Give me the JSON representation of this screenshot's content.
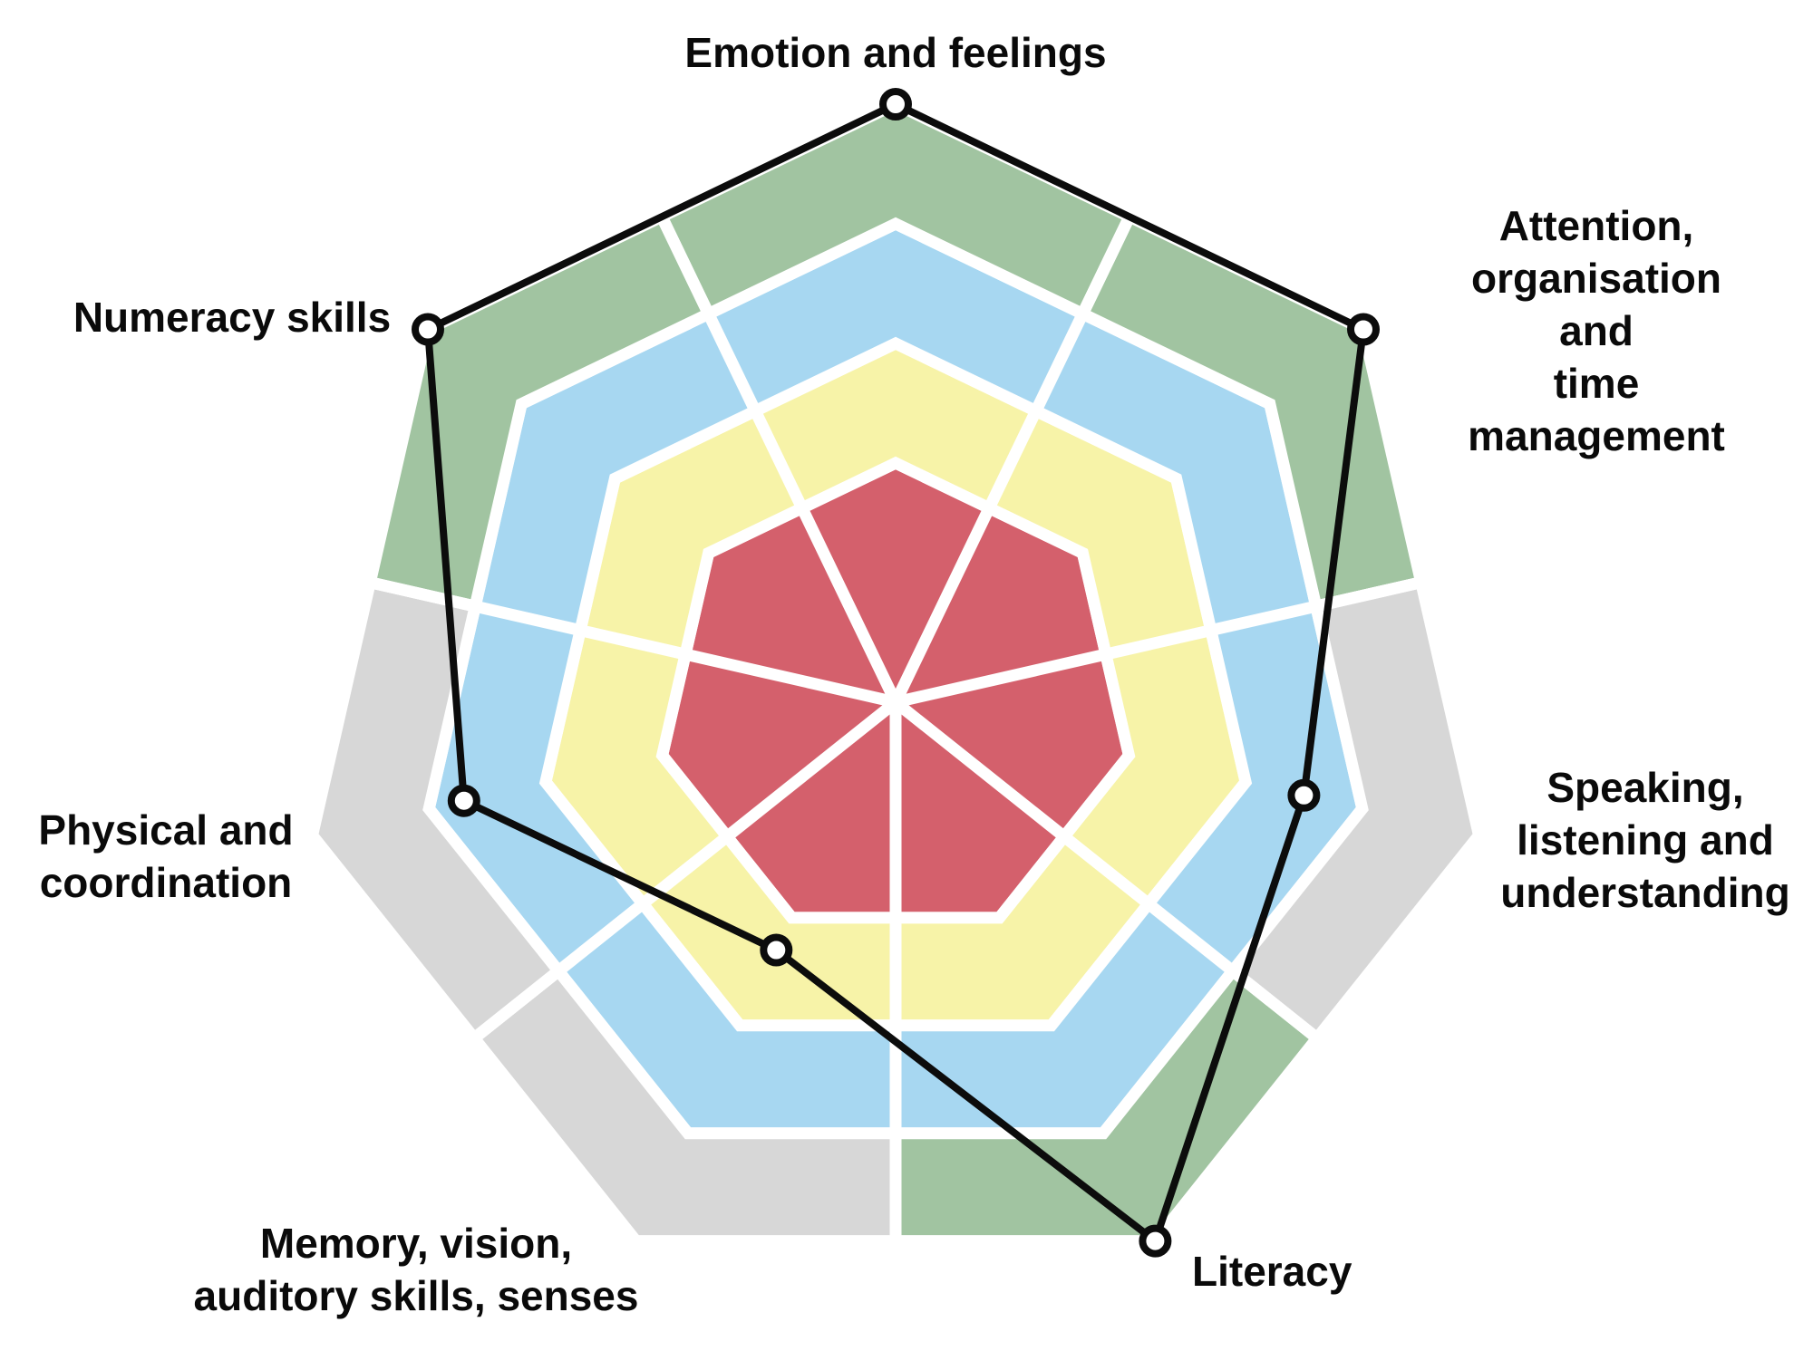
{
  "page": {
    "background": "#ffffff"
  },
  "labels": {
    "emotion": "Emotion and feelings",
    "attention": "Attention,\norganisation and\ntime management",
    "speaking": "Speaking,\nlistening and\nunderstanding",
    "literacy": "Literacy",
    "memory": "Memory, vision,\nauditory skills, senses",
    "physical": "Physical and\ncoordination",
    "numeracy": "Numeracy skills"
  },
  "chart_data": {
    "type": "radar",
    "title": "",
    "scale": {
      "min": 0,
      "max": 5
    },
    "axes": [
      {
        "label": "Emotion and feelings",
        "value": 5,
        "sector_color": "#a1c4a1"
      },
      {
        "label": "Attention, organisation and time management",
        "value": 5,
        "sector_color": "#a1c4a1"
      },
      {
        "label": "Speaking, listening and understanding",
        "value": 3.5,
        "sector_color": "#d7d7d7"
      },
      {
        "label": "Literacy",
        "value": 5,
        "sector_color": "#a1c4a1"
      },
      {
        "label": "Memory, vision, auditory skills, senses",
        "value": 2.3,
        "sector_color": "#d7d7d7"
      },
      {
        "label": "Physical and coordination",
        "value": 3.7,
        "sector_color": "#d7d7d7"
      },
      {
        "label": "Numeracy skills",
        "value": 5,
        "sector_color": "#a1c4a1"
      }
    ],
    "rings": [
      {
        "name": "inner-red",
        "from": 0,
        "to": 2,
        "color": "#d4606c"
      },
      {
        "name": "second-yellow",
        "from": 2,
        "to": 3,
        "color": "#f7f3a8"
      },
      {
        "name": "third-blue",
        "from": 3,
        "to": 4,
        "color": "#a7d7f1"
      },
      {
        "name": "outer-sectored",
        "from": 4,
        "to": 5,
        "color_mode": "by_sector"
      }
    ],
    "grid_color": "#ffffff",
    "line_color": "#0c0c0c",
    "marker": {
      "fill": "#ffffff",
      "stroke": "#0c0c0c"
    },
    "legend": "none"
  }
}
